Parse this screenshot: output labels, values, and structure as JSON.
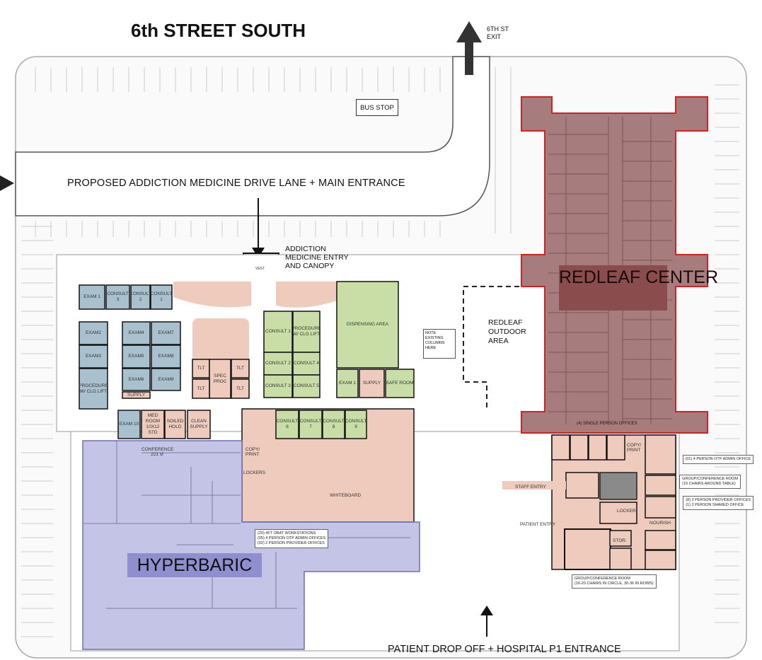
{
  "title": "6th STREET SOUTH",
  "exit_label": "6TH ST EXIT",
  "drive_lane_label": "PROPOSED ADDICTION MEDICINE DRIVE LANE + MAIN ENTRANCE",
  "bus_stop_label": "BUS STOP",
  "entry_label": "ADDICTION MEDICINE ENTRY AND CANOPY",
  "outdoor_label": "REDLEAF OUTDOOR AREA",
  "note_label": "NOTE EXISTING COLUMNS HERE",
  "redleaf_label": "REDLEAF CENTER",
  "redleaf_offices_label": "(4) SINGLE PERSON OFFICES",
  "hyperbaric_label": "HYPERBARIC",
  "drop_off_label": "PATIENT DROP OFF + HOSPITAL P1 ENTRANCE",
  "workstation_callout": [
    "(20) 4FT OBAT WORKSTATIONS",
    "(05) 4 PERSON OTP ADMIN OFFICES",
    "(02) 2 PERSON PROVIDER OFFICES"
  ],
  "right_callouts": [
    [
      "(01) 4 PERSON OTP ADMIN OFFICE"
    ],
    [
      "GROUP/CONFERENCE ROOM",
      "(10 CHAIRS AROUND TABLE)"
    ],
    [
      "(8) 2 PERSON PROVIDER OFFICES",
      "(1) 2 PERSON SHARED OFFICE"
    ]
  ],
  "bottom_callout": [
    "GROUP/CONFERENCE ROOM",
    "(16-20 CHAIRS IN CIRCLE, 30-36 IN ROWS)"
  ],
  "misc_labels": {
    "copy_print_left": "COPY/ PRINT",
    "lockers": "LOCKERS",
    "whiteboard": "WHITEBOARD",
    "conference": "CONFERENCE 221 sf",
    "staff_entry": "STAFF ENTRY",
    "patient_entry": "PATIENT ENTRY",
    "copy_print_right": "COPY/ PRINT",
    "locker": "LOCKER",
    "nourish": "NOURISH",
    "stor": "STOR.",
    "vest": "VEST"
  },
  "colors": {
    "exam_blue": "#a9c1cf",
    "consult_green": "#c9dea6",
    "support_pink": "#efcbbd",
    "hyperbaric_purple": "#c4c4e6",
    "redleaf_red": "#a77c7c",
    "redleaf_outline": "#d42020"
  },
  "rooms": [
    {
      "label": "EXAM 1",
      "zone": "exam_blue"
    },
    {
      "label": "CONSULT 3",
      "zone": "exam_blue"
    },
    {
      "label": "CONSULT 2",
      "zone": "exam_blue"
    },
    {
      "label": "CONSULT 1",
      "zone": "exam_blue"
    },
    {
      "label": "EXAM2",
      "zone": "exam_blue"
    },
    {
      "label": "EXAM3",
      "zone": "exam_blue"
    },
    {
      "label": "PROCEDURE W/ CLG LIFT",
      "zone": "exam_blue"
    },
    {
      "label": "EXAM4",
      "zone": "exam_blue"
    },
    {
      "label": "EXAM5",
      "zone": "exam_blue"
    },
    {
      "label": "EXAM6",
      "zone": "exam_blue"
    },
    {
      "label": "EXAM7",
      "zone": "exam_blue"
    },
    {
      "label": "EXAM8",
      "zone": "exam_blue"
    },
    {
      "label": "EXAM9",
      "zone": "exam_blue"
    },
    {
      "label": "SUPPLY",
      "zone": "support_pink"
    },
    {
      "label": "EXAM 10",
      "zone": "exam_blue"
    },
    {
      "label": "MED ROOM 10X12 STD",
      "zone": "support_pink"
    },
    {
      "label": "SOILED HOLD",
      "zone": "support_pink"
    },
    {
      "label": "CLEAN SUPPLY",
      "zone": "support_pink"
    },
    {
      "label": "TLT",
      "zone": "support_pink"
    },
    {
      "label": "SPEC PROC",
      "zone": "support_pink"
    },
    {
      "label": "TLT",
      "zone": "support_pink"
    },
    {
      "label": "TLT",
      "zone": "support_pink"
    },
    {
      "label": "TLT",
      "zone": "support_pink"
    },
    {
      "label": "CONSULT 1",
      "zone": "consult_green"
    },
    {
      "label": "PROCEDURE W/ CLG LIFT",
      "zone": "consult_green"
    },
    {
      "label": "CONSULT 2",
      "zone": "consult_green"
    },
    {
      "label": "CONSULT 4",
      "zone": "consult_green"
    },
    {
      "label": "CONSULT 3",
      "zone": "consult_green"
    },
    {
      "label": "CONSULT 5",
      "zone": "consult_green"
    },
    {
      "label": "DISPENSING AREA",
      "zone": "consult_green"
    },
    {
      "label": "EXAM 1",
      "zone": "consult_green"
    },
    {
      "label": "SUPPLY",
      "zone": "support_pink"
    },
    {
      "label": "SAFE ROOM",
      "zone": "consult_green"
    },
    {
      "label": "CONSULT 6",
      "zone": "consult_green"
    },
    {
      "label": "CONSULT 7",
      "zone": "consult_green"
    },
    {
      "label": "CONSULT 8",
      "zone": "consult_green"
    },
    {
      "label": "CONSULT 9",
      "zone": "consult_green"
    }
  ]
}
